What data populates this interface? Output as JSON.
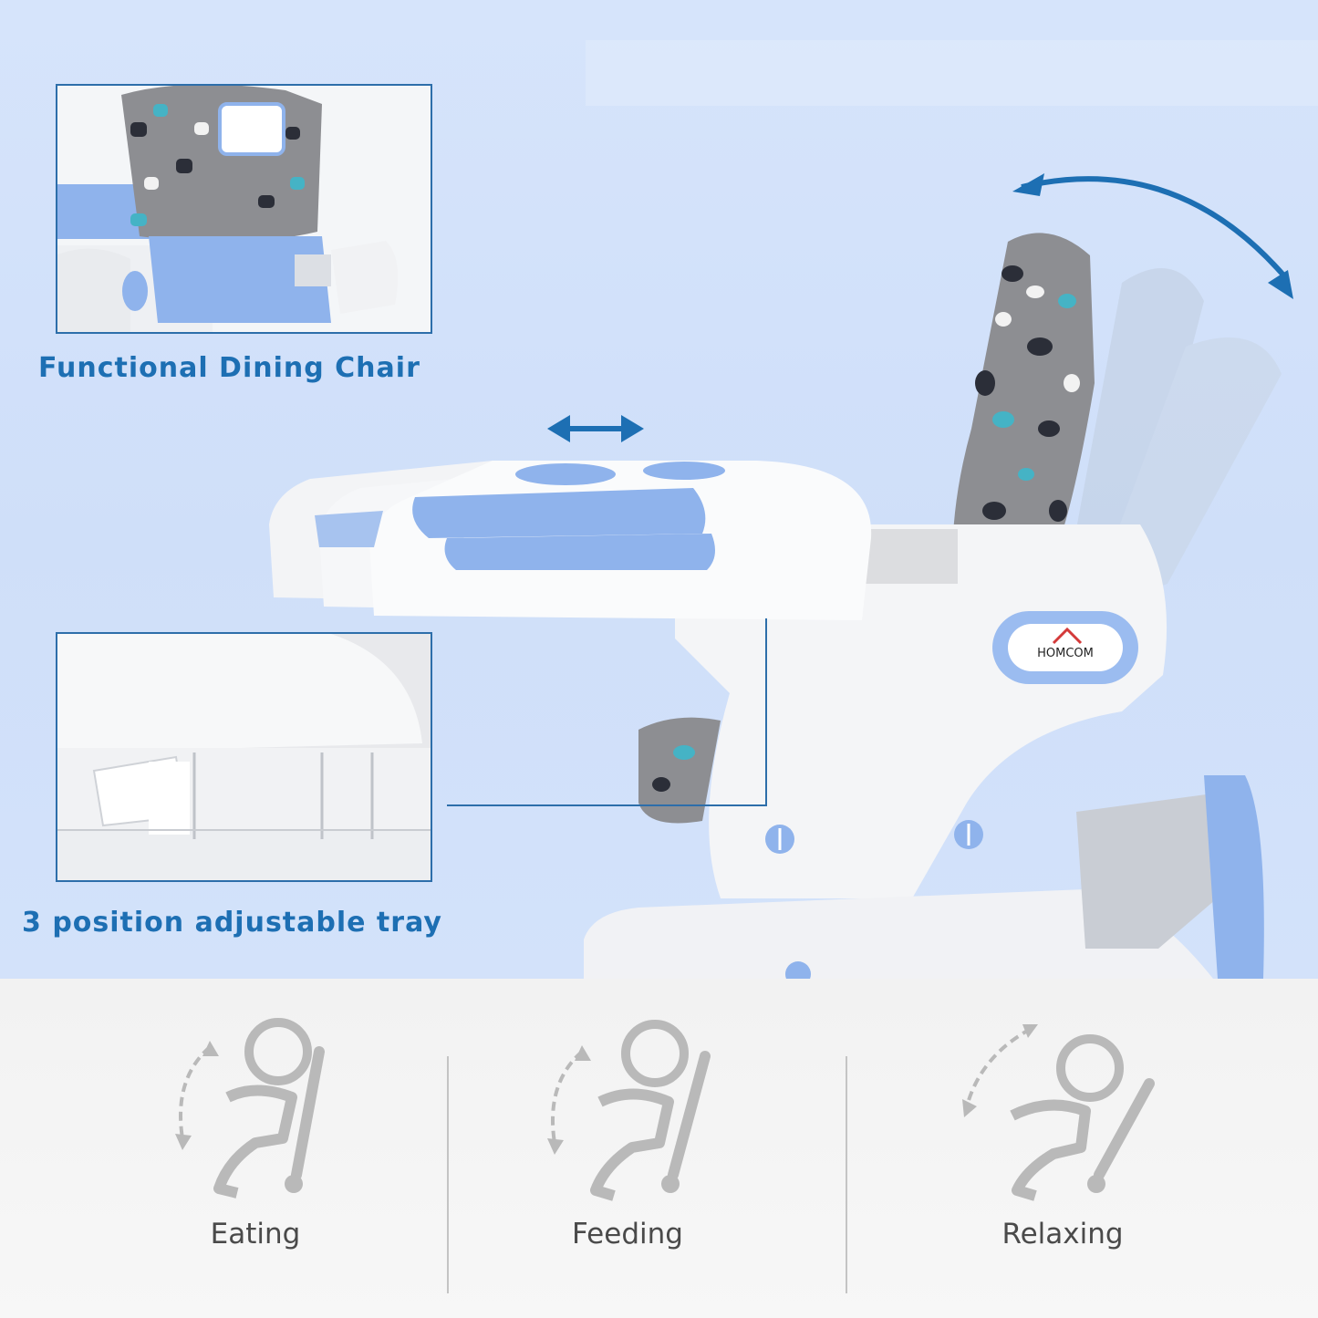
{
  "features": {
    "dining_chair_caption": "Functional Dining Chair",
    "tray_caption": "3 position adjustable tray"
  },
  "brand": {
    "logo_text": "HOMCOM"
  },
  "modes": [
    {
      "label": "Eating",
      "icon": "seat-recline-upright-icon"
    },
    {
      "label": "Feeding",
      "icon": "seat-recline-mid-icon"
    },
    {
      "label": "Relaxing",
      "icon": "seat-recline-full-icon"
    }
  ],
  "colors": {
    "accent_blue": "#1d6fb3",
    "chair_blue": "#8fb3ec",
    "background": "#d3e2fa",
    "icon_gray": "#b9b9b9"
  }
}
